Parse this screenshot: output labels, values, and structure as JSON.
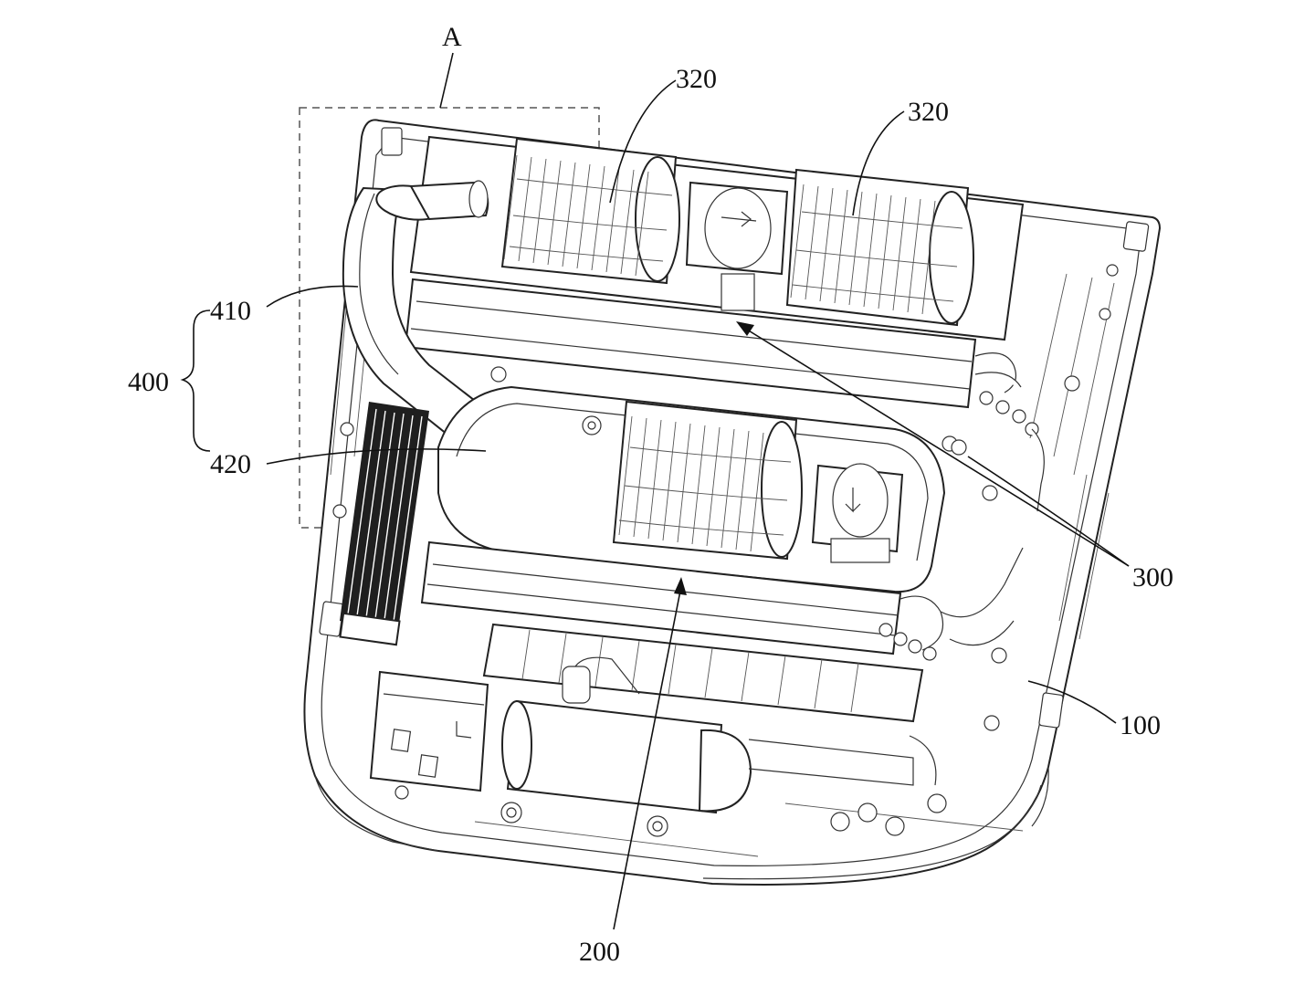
{
  "figure": {
    "labels": {
      "detail_view": "A",
      "fan_left": "320",
      "fan_right": "320",
      "duct_pipe": "410",
      "air_assembly": "400",
      "duct_outlet": "420",
      "evaporator_assembly": "300",
      "casing": "100",
      "heat_exchanger": "200"
    },
    "colors": {
      "line": "#222222",
      "background": "#ffffff",
      "fin_fill": "#1f1f1f"
    }
  }
}
